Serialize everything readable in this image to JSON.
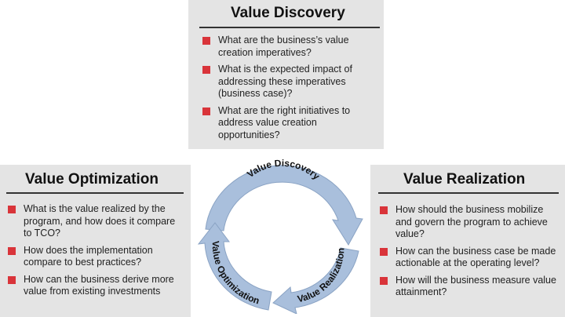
{
  "colors": {
    "panel_bg": "#e4e4e4",
    "bullet": "#d9343a",
    "ring_fill": "#a9bfdc",
    "ring_stroke": "#8aa3c4"
  },
  "panels": {
    "discovery": {
      "title": "Value Discovery",
      "questions": [
        "What are the business’s value creation imperatives?",
        "What is the expected impact of addressing these imperatives (business case)?",
        "What are the right initiatives to address value creation opportunities?"
      ]
    },
    "optimization": {
      "title": "Value Optimization",
      "questions": [
        "What is the value realized by the program, and how does it compare to TCO?",
        "How does the implementation compare to best practices?",
        "How can the business derive more value from existing investments"
      ]
    },
    "realization": {
      "title": "Value Realization",
      "questions": [
        "How should the business mobilize and govern the program to achieve value?",
        "How can the business case be made actionable at the operating level?",
        "How will the business measure value attainment?"
      ]
    }
  },
  "cycle": {
    "discovery_label": "Value Discovery",
    "realization_label": "Value Realization",
    "optimization_label": "Value Optimization"
  }
}
